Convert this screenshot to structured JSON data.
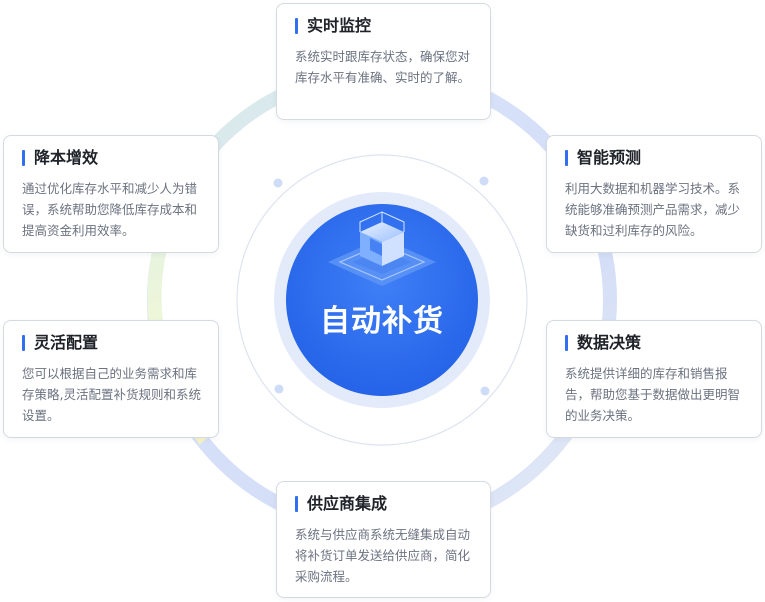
{
  "center": {
    "label": "自动补货"
  },
  "cards": {
    "top": {
      "title": "实时监控",
      "desc": "系统实时跟库存状态，确保您对库存水平有准确、实时的了解。"
    },
    "top_left": {
      "title": "降本增效",
      "desc": "通过优化库存水平和减少人为错误，系统帮助您降低库存成本和提高资金利用效率。"
    },
    "top_right": {
      "title": "智能预测",
      "desc": "利用大数据和机器学习技术。系统能够准确预测产品需求，减少缺货和过利库存的风险。"
    },
    "mid_left": {
      "title": "灵活配置",
      "desc": "您可以根据自己的业务需求和库存策略,灵活配置补货规则和系统设置。"
    },
    "mid_right": {
      "title": "数据决策",
      "desc": "系统提供详细的库存和销售报告，帮助您基于数据做出更明智的业务决策。"
    },
    "bottom": {
      "title": "供应商集成",
      "desc": "系统与供应商系统无缝集成自动将补货订单发送给供应商，简化采购流程。"
    }
  },
  "colors": {
    "accent": "#2f6ff0",
    "center_fill": "#2f6ff0",
    "ring_blue": "#cfdcf7",
    "ring_green": "#dff0e4",
    "ring_yellow": "#f6f3c8"
  }
}
